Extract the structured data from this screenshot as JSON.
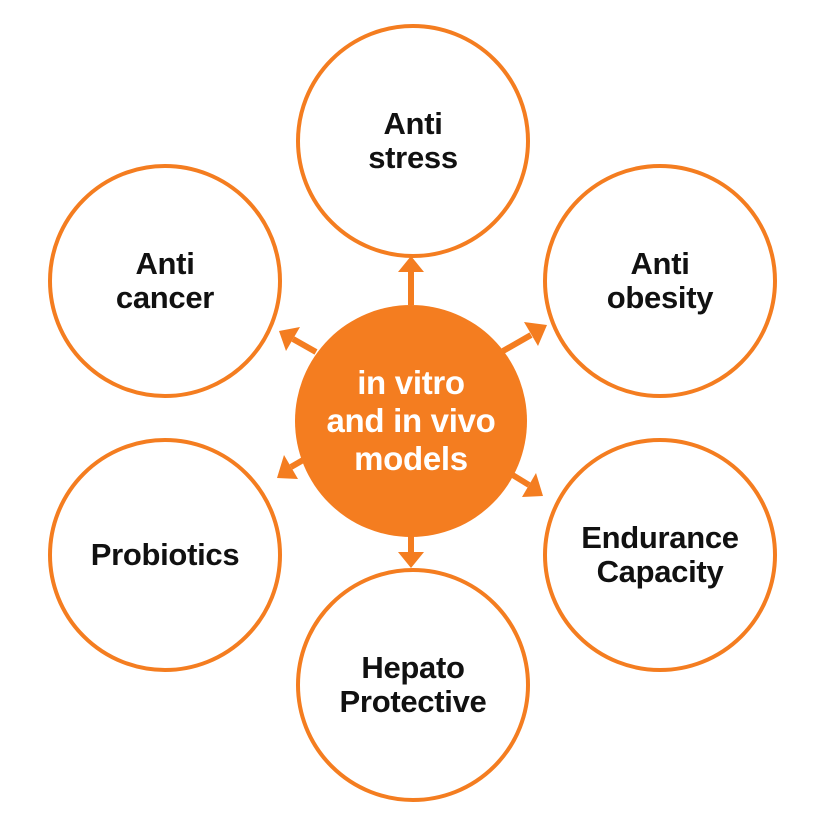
{
  "diagram": {
    "accent_color": "#f47d20",
    "hub": {
      "label": "in vitro\nand in vivo\nmodels"
    },
    "nodes": [
      {
        "id": "anti-stress",
        "label": "Anti\nstress"
      },
      {
        "id": "anti-obesity",
        "label": "Anti\nobesity"
      },
      {
        "id": "endurance-capacity",
        "label": "Endurance\nCapacity"
      },
      {
        "id": "hepato-protective",
        "label": "Hepato\nProtective"
      },
      {
        "id": "probiotics",
        "label": "Probiotics"
      },
      {
        "id": "anti-cancer",
        "label": "Anti\ncancer"
      }
    ]
  }
}
